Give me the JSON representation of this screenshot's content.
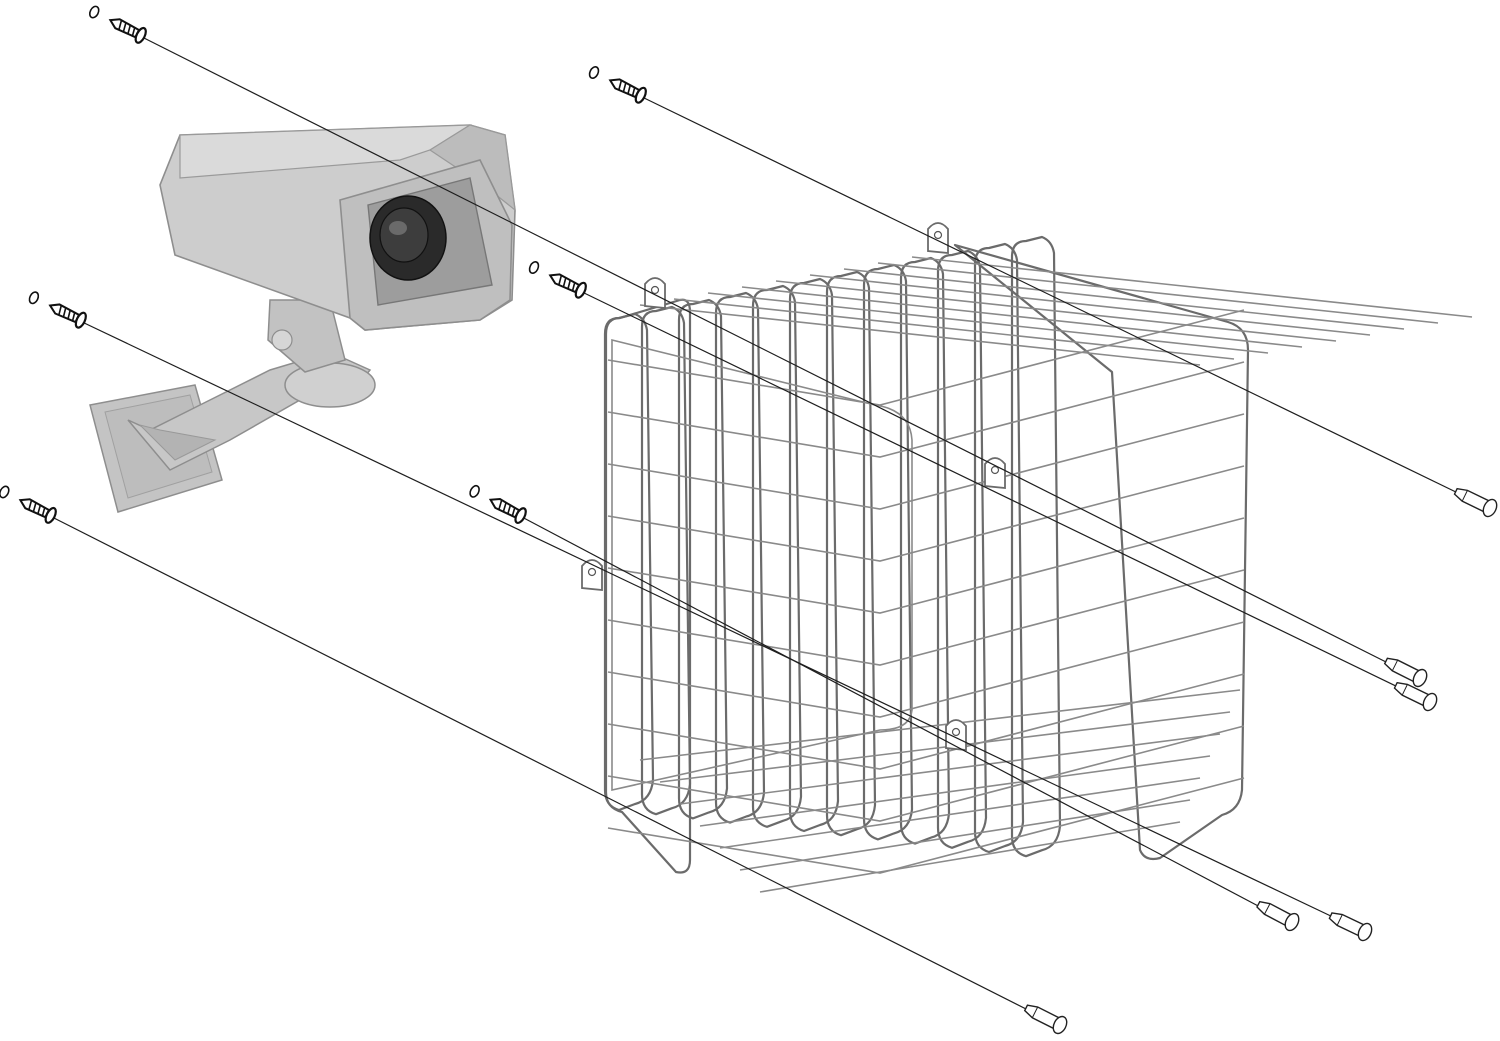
{
  "diagram": {
    "type": "exploded-assembly-illustration",
    "components": {
      "camera": "cctv-camera",
      "cage": "wire-mesh-protective-cage",
      "fixings": "screws-with-washers-and-wall-plugs"
    },
    "counts": {
      "screws": 6,
      "wall_plugs": 6,
      "mounting_tabs": 5,
      "guide_lines": 6
    },
    "colors": {
      "cage_wire": "#6b6b6b",
      "camera_body": "#c9c9c9",
      "camera_shadow": "#9a9a9a",
      "lens": "#1a1a1a",
      "lines": "#1e1e1e",
      "background": "#ffffff"
    }
  }
}
